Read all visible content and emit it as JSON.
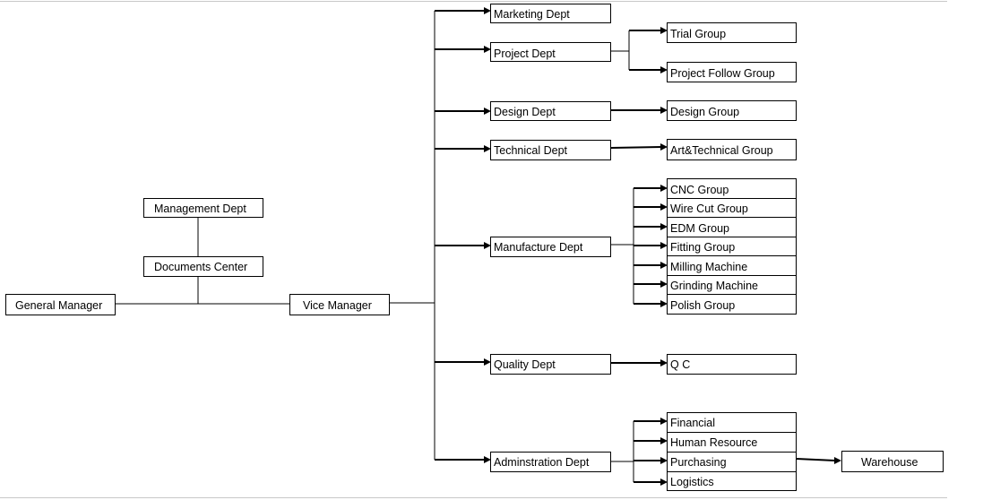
{
  "nodes": {
    "general_manager": "General Manager",
    "management_dept": "Management Dept",
    "documents_center": "Documents Center",
    "vice_manager": "Vice Manager",
    "marketing": "Marketing  Dept",
    "project": "Project Dept",
    "design": "Design Dept",
    "technical": "Technical Dept",
    "manufacture": "Manufacture Dept",
    "quality": "Quality Dept",
    "administration": "Adminstration Dept",
    "trial_group": "Trial Group",
    "project_follow": "Project Follow Group",
    "design_group": "Design Group",
    "art_technical": "Art&Technical Group",
    "cnc": "CNC Group",
    "wire_cut": "Wire Cut Group",
    "edm": "EDM Group",
    "fitting": "Fitting Group",
    "milling": "Milling Machine",
    "grinding": "Grinding Machine",
    "polish": "Polish Group",
    "qc": "Q C",
    "financial": "Financial",
    "human_resource": "Human Resource",
    "purchasing": "Purchasing",
    "logistics": "Logistics",
    "warehouse": "Warehouse"
  },
  "edges": [
    [
      "general_manager",
      "vice_manager"
    ],
    [
      "documents_center",
      "general_manager"
    ],
    [
      "management_dept",
      "documents_center"
    ],
    [
      "vice_manager",
      "marketing"
    ],
    [
      "vice_manager",
      "project"
    ],
    [
      "vice_manager",
      "design"
    ],
    [
      "vice_manager",
      "technical"
    ],
    [
      "vice_manager",
      "manufacture"
    ],
    [
      "vice_manager",
      "quality"
    ],
    [
      "vice_manager",
      "administration"
    ],
    [
      "project",
      "trial_group"
    ],
    [
      "project",
      "project_follow"
    ],
    [
      "design",
      "design_group"
    ],
    [
      "technical",
      "art_technical"
    ],
    [
      "manufacture",
      "cnc"
    ],
    [
      "manufacture",
      "wire_cut"
    ],
    [
      "manufacture",
      "edm"
    ],
    [
      "manufacture",
      "fitting"
    ],
    [
      "manufacture",
      "milling"
    ],
    [
      "manufacture",
      "grinding"
    ],
    [
      "manufacture",
      "polish"
    ],
    [
      "quality",
      "qc"
    ],
    [
      "administration",
      "financial"
    ],
    [
      "administration",
      "human_resource"
    ],
    [
      "administration",
      "purchasing"
    ],
    [
      "administration",
      "logistics"
    ],
    [
      "purchasing",
      "warehouse"
    ]
  ]
}
